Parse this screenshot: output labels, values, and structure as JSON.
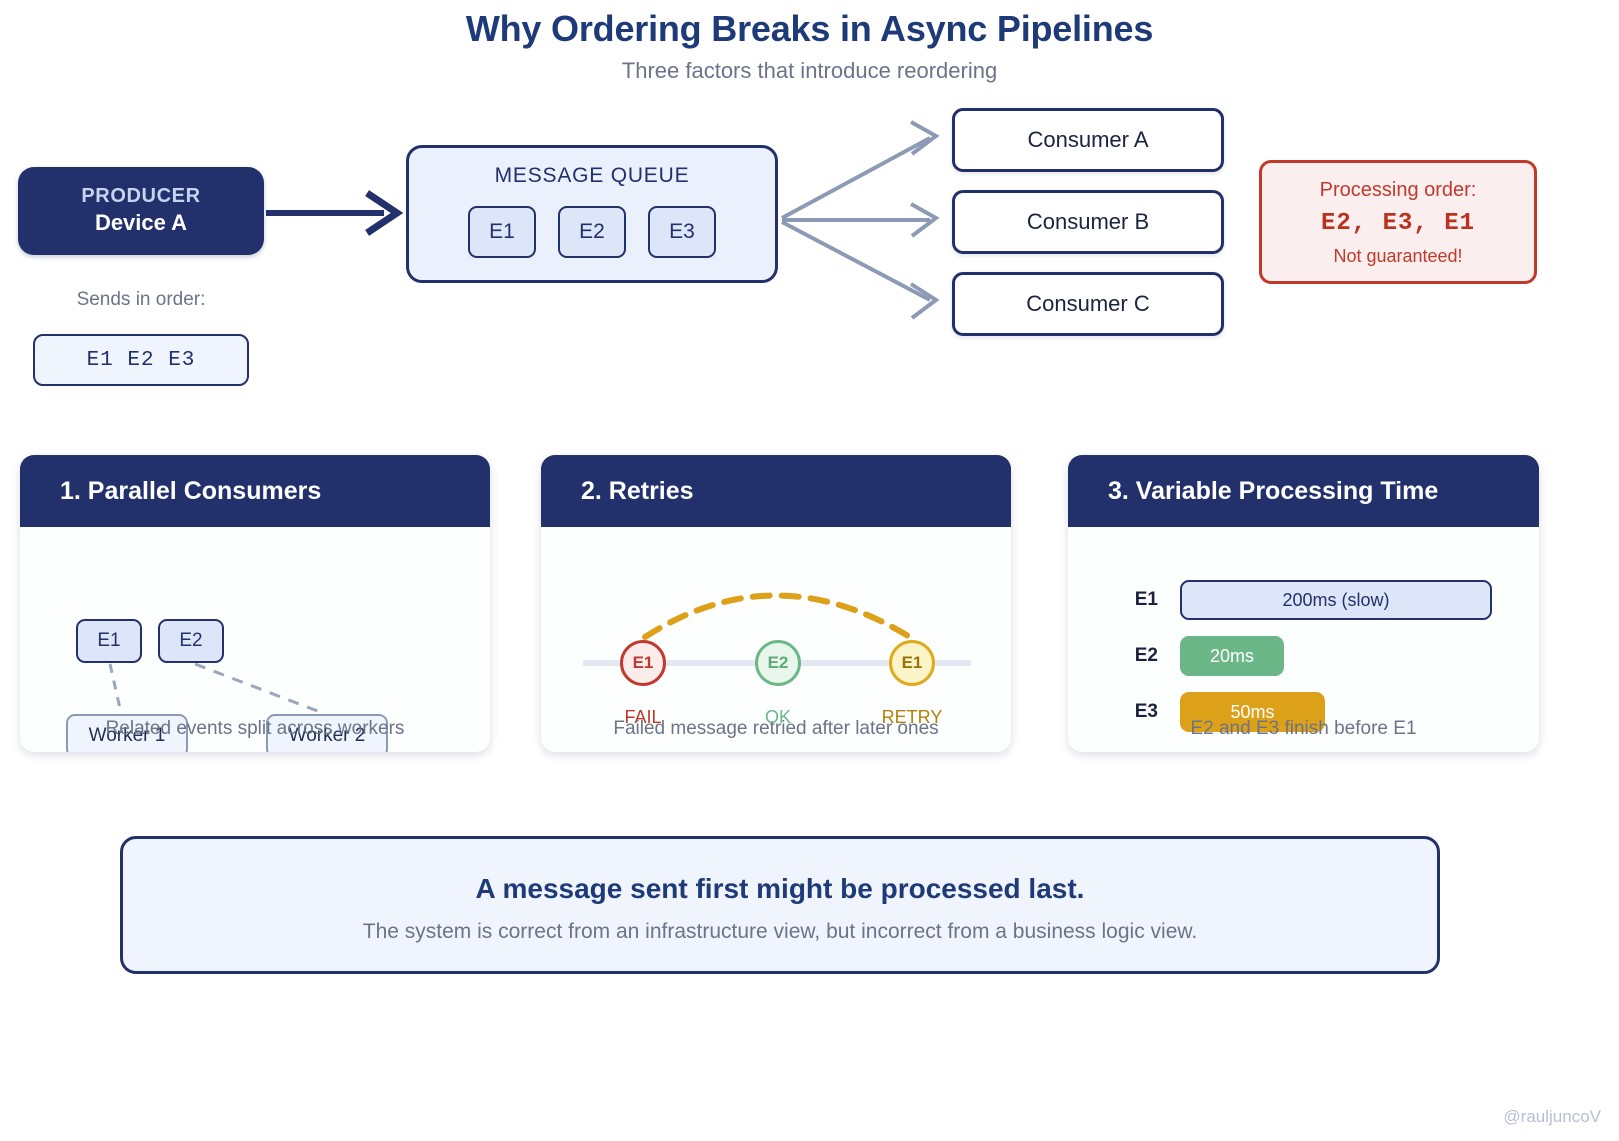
{
  "header": {
    "title": "Why Ordering Breaks in Async Pipelines",
    "subtitle": "Three factors that introduce reordering"
  },
  "flow": {
    "producer": {
      "kicker": "PRODUCER",
      "name": "Device A"
    },
    "sends_label": "Sends in order:",
    "sends_sequence": "E1  E2  E3",
    "queue": {
      "title": "MESSAGE QUEUE",
      "items": [
        "E1",
        "E2",
        "E3"
      ]
    },
    "consumers": [
      "Consumer A",
      "Consumer B",
      "Consumer C"
    ],
    "processing_order": {
      "label": "Processing order:",
      "sequence": "E2, E3, E1",
      "note": "Not guaranteed!"
    }
  },
  "cards": [
    {
      "title": "1. Parallel Consumers",
      "events": [
        "E1",
        "E2"
      ],
      "workers": [
        "Worker 1",
        "Worker 2"
      ],
      "caption": "Related events split across workers"
    },
    {
      "title": "2. Retries",
      "nodes": [
        {
          "event": "E1",
          "status": "FAIL"
        },
        {
          "event": "E2",
          "status": "OK"
        },
        {
          "event": "E1",
          "status": "RETRY"
        }
      ],
      "caption": "Failed message retried after later ones"
    },
    {
      "title": "3. Variable Processing Time",
      "bars": [
        {
          "key": "E1",
          "value": "200ms (slow)"
        },
        {
          "key": "E2",
          "value": "20ms"
        },
        {
          "key": "E3",
          "value": "50ms"
        }
      ],
      "caption": "E2 and E3 finish before E1"
    }
  ],
  "footer": {
    "headline": "A message sent first might be processed last.",
    "subtext": "The system is correct from an infrastructure view, but incorrect from a business logic view."
  },
  "watermark": "@rauljuncoV",
  "colors": {
    "navy": "#22306b",
    "title_blue": "#1e3a78",
    "muted": "#6b7488",
    "red": "#c0392b",
    "green": "#6bb787",
    "orange": "#dda019",
    "gold": "#e0a91a",
    "chip_fill": "#dde6f8",
    "panel_fill": "#f0f5fd",
    "arrow_gray": "#8d9ab5"
  }
}
